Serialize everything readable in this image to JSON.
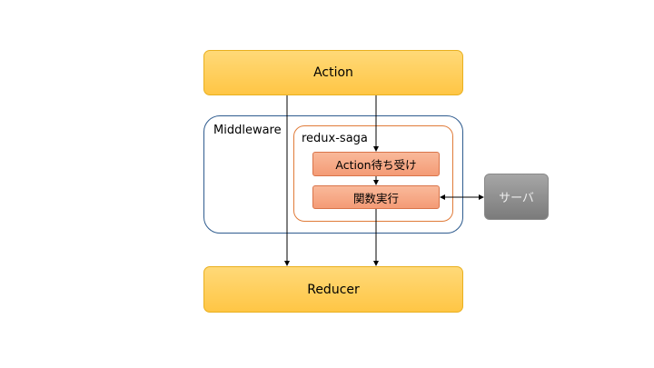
{
  "nodes": {
    "action": "Action",
    "middleware": "Middleware",
    "redux_saga": "redux-saga",
    "action_wait": "Action待ち受け",
    "func_exec": "関数実行",
    "server": "サーバ",
    "reducer": "Reducer"
  },
  "colors": {
    "action_fill": "#ffc645",
    "middleware_border": "#2f5c8f",
    "saga_border": "#e07b39",
    "step_fill": "#f49b76",
    "server_fill": "#7b7b7b"
  }
}
